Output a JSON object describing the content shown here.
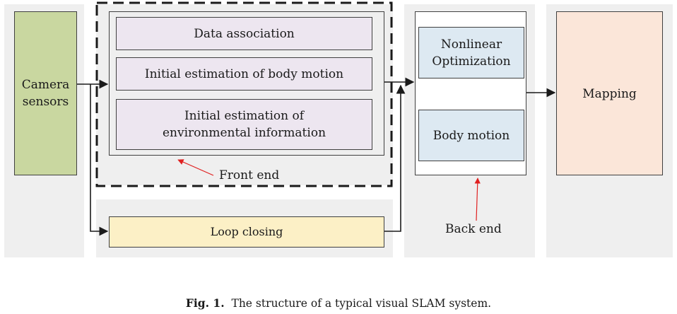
{
  "diagram": {
    "camera": "Camera sensors",
    "front_items": [
      "Data association",
      "Initial estimation of body motion",
      "Initial estimation of environmental information"
    ],
    "front_label": "Front end",
    "loop": "Loop closing",
    "backend_items": [
      "Nonlinear Optimization",
      "Body motion"
    ],
    "back_label": "Back end",
    "mapping": "Mapping"
  },
  "caption": {
    "prefix": "Fig. 1.",
    "text": "The structure of a typical visual SLAM system."
  },
  "colors": {
    "panel": "#efefef",
    "camera": "#c9d7a0",
    "front_item": "#ede6f0",
    "loop": "#fcf0c6",
    "backend_item": "#dde9f2",
    "mapping": "#fbe6d9",
    "annotation_arrow": "#e02020"
  }
}
